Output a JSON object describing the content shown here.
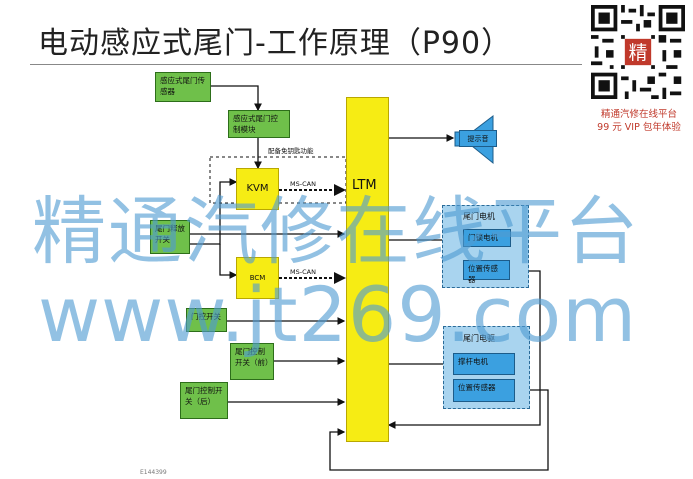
{
  "title": "电动感应式尾门-工作原理（P90）",
  "promo": {
    "line1": "精通汽修在线平台",
    "line2": "99 元 VIP 包年体验",
    "qr_center": "精"
  },
  "watermark": {
    "line1": "精通汽修在线平台",
    "line2": "www.jt269.com"
  },
  "blocks": {
    "sensor": "感应式尾门传感器",
    "control_module": "感应式尾门控制模块",
    "kvm": "KVM",
    "bcm": "BCM",
    "ltm": "LTM",
    "tailgate_release": "尾门释放开关",
    "door_switch": "门控开关",
    "control_front": "尾门控制开关（前）",
    "control_rear": "尾门控制开关（后）",
    "buzzer": "提示音",
    "motor_group": "尾门电机",
    "motor": "门锁电机",
    "motor_pos_sensor": "位置传感器",
    "strut_group": "尾门电驱",
    "strut_motor": "撑杆电机",
    "strut_pos_sensor": "位置传感器"
  },
  "labels": {
    "keyless": "配备免钥匙功能",
    "mscan1": "MS-CAN",
    "mscan2": "MS-CAN"
  },
  "footer": "E144399",
  "colors": {
    "green": "#6fc04a",
    "yellow": "#f6ec14",
    "blue": "#3ba0e0",
    "group": "#a9d4ef",
    "watermark": "#4f9bd2"
  }
}
